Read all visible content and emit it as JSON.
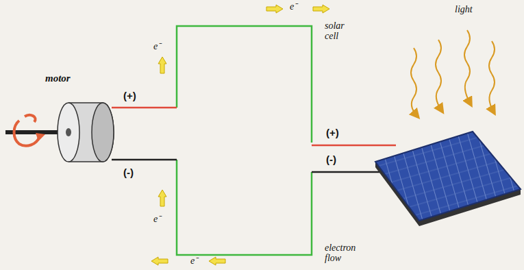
{
  "diagram": {
    "labels": [
      "e⁻",
      "e⁻",
      "motor",
      "(+)",
      "(-)",
      "e⁻",
      "e⁻",
      "solar cell",
      "(+)",
      "(-)",
      "light",
      "electron flow"
    ]
  }
}
